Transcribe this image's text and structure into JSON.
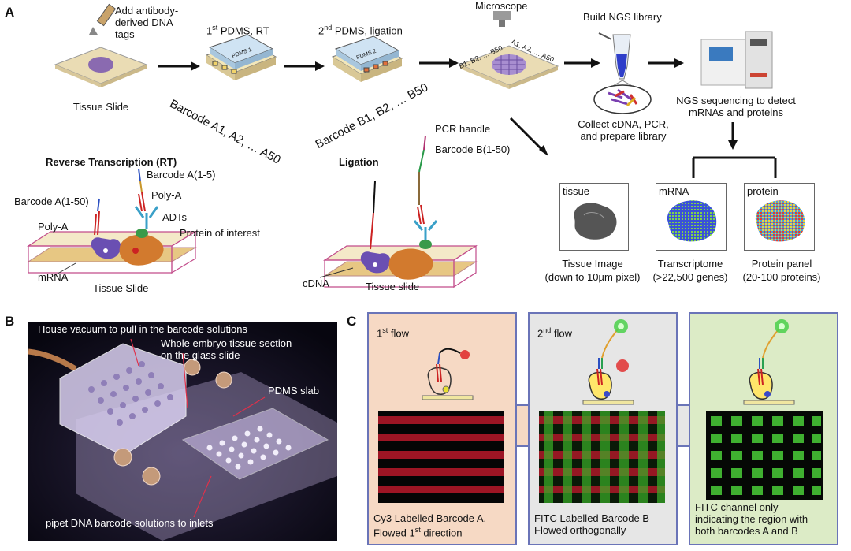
{
  "panelA": {
    "letter": "A",
    "antibody_tags": "Add antibody-\nderived DNA\ntags",
    "tissue_slide": "Tissue Slide",
    "pdms1_title": "1st PDMS, RT",
    "pdms1_chip": "PDMS 1",
    "barcodeA": "Barcode A1, A2, … A50",
    "pdms2_title": "2nd PDMS, ligation",
    "pdms2_chip": "PDMS 2",
    "barcodeB": "Barcode B1, B2, … B50",
    "microscope": "Microscope",
    "grid_label_b": "B1, B2, … B50",
    "grid_label_a": "A1, A2, … A50",
    "ngs_library": "Build NGS library",
    "collect": "Collect cDNA, PCR,\nand prepare library",
    "ngs_seq": "NGS sequencing to detect\nmRNAs and proteins",
    "rt_title": "Reverse Transcription (RT)",
    "rt_barcode_a5": "Barcode A(1-5)",
    "rt_barcode_a50": "Barcode A(1-50)",
    "rt_polya_top": "Poly-A",
    "rt_polya_left": "Poly-A",
    "rt_adts": "ADTs",
    "rt_protein": "Protein of interest",
    "rt_mrna": "mRNA",
    "rt_slide": "Tissue Slide",
    "lig_title": "Ligation",
    "lig_pcr": "PCR handle",
    "lig_barcode_b": "Barcode B(1-50)",
    "lig_cdna": "cDNA",
    "lig_slide": "Tissue slide",
    "img_tissue_tag": "tissue",
    "img_mrna_tag": "mRNA",
    "img_protein_tag": "protein",
    "cap_tissue": "Tissue Image\n(down to 10µm pixel)",
    "cap_transcriptome": "Transcriptome\n(>22,500 genes)",
    "cap_protein": "Protein panel\n(20-100 proteins)"
  },
  "panelB": {
    "letter": "B",
    "vacuum": "House vacuum to pull in the barcode solutions",
    "embryo": "Whole embryo tissue section\non the glass slide",
    "pdms_slab": "PDMS slab",
    "pipet": "pipet DNA barcode solutions to inlets"
  },
  "panelC": {
    "letter": "C",
    "flow1": "1st flow",
    "flow2": "2nd flow",
    "cap1": "Cy3 Labelled Barcode A,\nFlowed 1st direction",
    "cap2": "FITC Labelled Barcode B\nFlowed orthogonally",
    "cap3": "FITC channel only\nindicating the region with\nboth barcodes A and B"
  },
  "colors": {
    "panel1_bg": "#f6d9c4",
    "panel2_bg": "#e6e6e6",
    "panel3_bg": "#dcebc6",
    "box_border": "#6a74b8",
    "slide_tan": "#eadcb4",
    "chip_blue": "#cfe3f3"
  }
}
